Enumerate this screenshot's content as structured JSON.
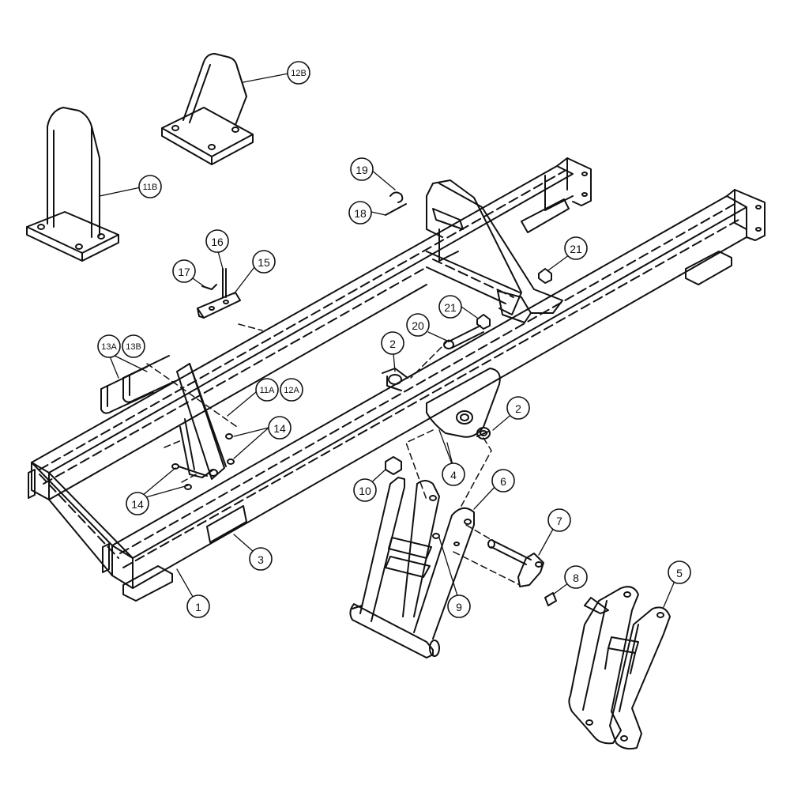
{
  "diagram": {
    "callouts": {
      "c1": "1",
      "c2a": "2",
      "c2b": "2",
      "c3": "3",
      "c4": "4",
      "c5": "5",
      "c6": "6",
      "c7": "7",
      "c8": "8",
      "c9": "9",
      "c10": "10",
      "c11a": "11A",
      "c11b": "11B",
      "c12a": "12A",
      "c12b": "12B",
      "c13a": "13A",
      "c13b": "13B",
      "c14a": "14",
      "c14b": "14",
      "c15": "15",
      "c16": "16",
      "c17": "17",
      "c18": "18",
      "c19": "19",
      "c20": "20",
      "c21a": "21",
      "c21b": "21"
    },
    "colors": {
      "line": "#111111",
      "background": "#ffffff"
    }
  }
}
